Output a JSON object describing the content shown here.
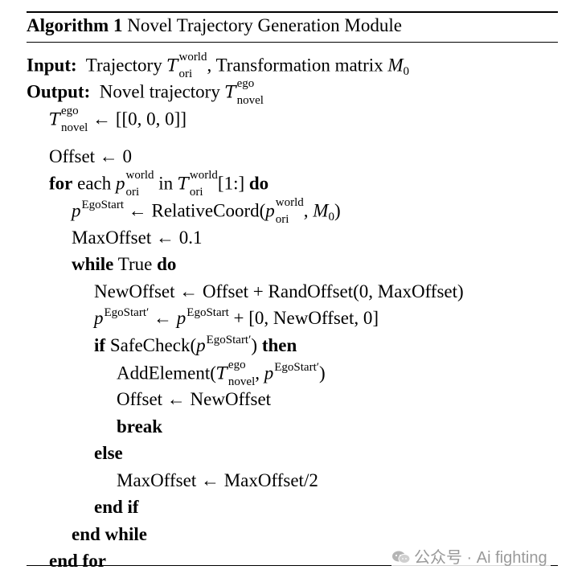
{
  "caption": {
    "label": "Algorithm 1",
    "title": "Novel Trajectory Generation Module"
  },
  "kw": {
    "input": "Input:",
    "output": "Output:",
    "for": "for",
    "in": "in",
    "do": "do",
    "while": "while",
    "if": "if",
    "then": "then",
    "break": "break",
    "else": "else",
    "end_if": "end if",
    "end_while": "end while",
    "end_for": "end for"
  },
  "sym": {
    "T": "T",
    "p": "p",
    "M": "M",
    "sub0": "0",
    "world": "world",
    "ori": "ori",
    "ego": "ego",
    "novel": "novel",
    "ego_start": "EgoStart",
    "ego_start_prime": "EgoStart′"
  },
  "text": {
    "trajectory": "Trajectory",
    "transform": ", Transformation matrix",
    "novel_traj": "Novel trajectory",
    "init_val": "← [[0, 0, 0]]",
    "offset_init": "Offset ← 0",
    "each": "each",
    "slice": "[1:]",
    "assign_rel": "← RelativeCoord(",
    "comma": ",",
    "close_paren": ")",
    "maxoffset_init": "MaxOffset ← 0.1",
    "true_word": "True",
    "newoffset_line": "NewOffset ← Offset + RandOffset(0, MaxOffset)",
    "arrow": "←",
    "plus_vec": "+ [0, NewOffset, 0]",
    "safecheck": "SafeCheck(",
    "addelement": "AddElement(",
    "offset_update": "Offset ← NewOffset",
    "maxoffset_update": "MaxOffset ← MaxOffset/2"
  },
  "watermark": {
    "text": "公众号 · Ai fighting",
    "icon": "wechat-icon"
  }
}
